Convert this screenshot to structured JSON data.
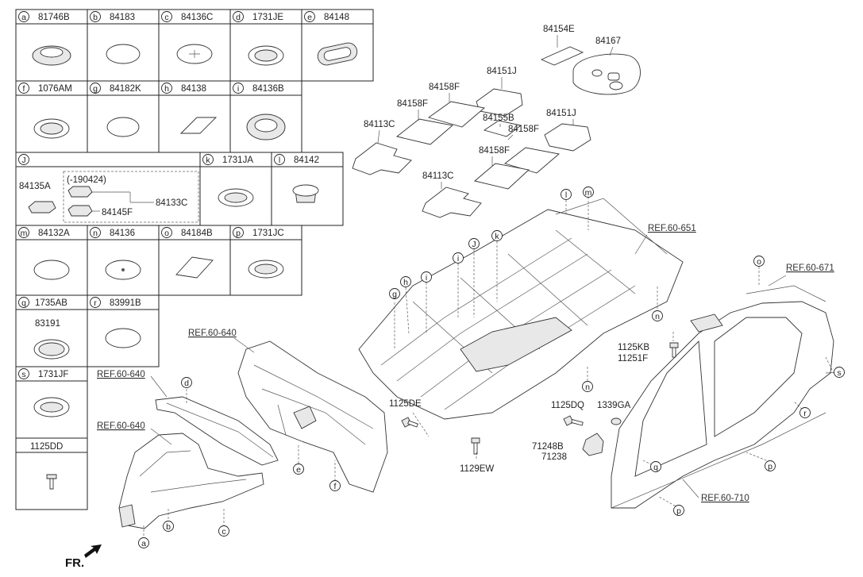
{
  "table": {
    "cells": [
      {
        "letter": "a",
        "code": "81746B"
      },
      {
        "letter": "b",
        "code": "84183"
      },
      {
        "letter": "c",
        "code": "84136C"
      },
      {
        "letter": "d",
        "code": "1731JE"
      },
      {
        "letter": "e",
        "code": "84148"
      },
      {
        "letter": "f",
        "code": "1076AM"
      },
      {
        "letter": "g",
        "code": "84182K"
      },
      {
        "letter": "h",
        "code": "84138"
      },
      {
        "letter": "i",
        "code": "84136B"
      },
      {
        "letter": "J",
        "code": ""
      },
      {
        "letter": "k",
        "code": "1731JA"
      },
      {
        "letter": "l",
        "code": "84142"
      },
      {
        "letter": "m",
        "code": "84132A"
      },
      {
        "letter": "n",
        "code": "84136"
      },
      {
        "letter": "o",
        "code": "84184B"
      },
      {
        "letter": "p",
        "code": "1731JC"
      },
      {
        "letter": "q",
        "code": "1735AB"
      },
      {
        "letter": "r",
        "code": "83991B"
      },
      {
        "letter": "s",
        "code": "1731JF"
      }
    ],
    "j_box": {
      "left_code": "84135A",
      "date": "(-190424)",
      "sub_a": "84145F",
      "sub_b": "84133C"
    },
    "q_extra": "83191",
    "bottom_code": "1125DD"
  },
  "mats": [
    "84154E",
    "84167",
    "84151J",
    "84158F",
    "84158F",
    "84113C",
    "84155B",
    "84158F",
    "84151J",
    "84158F",
    "84113C"
  ],
  "refs": [
    "REF.60-651",
    "REF.60-671",
    "REF.60-640",
    "REF.60-640",
    "REF.60-640",
    "REF.60-710"
  ],
  "fasteners": {
    "f1": "1125KB",
    "f2": "11251F",
    "f3": "1125DE",
    "f4": "1125DQ",
    "f5": "1339GA",
    "f6": "71248B",
    "f7": "71238",
    "f8": "1129EW"
  },
  "callouts": [
    "a",
    "b",
    "c",
    "d",
    "e",
    "f",
    "g",
    "h",
    "i",
    "J",
    "k",
    "l",
    "m",
    "n",
    "n",
    "o",
    "p",
    "p",
    "q",
    "r",
    "s"
  ],
  "fr_label": "FR."
}
